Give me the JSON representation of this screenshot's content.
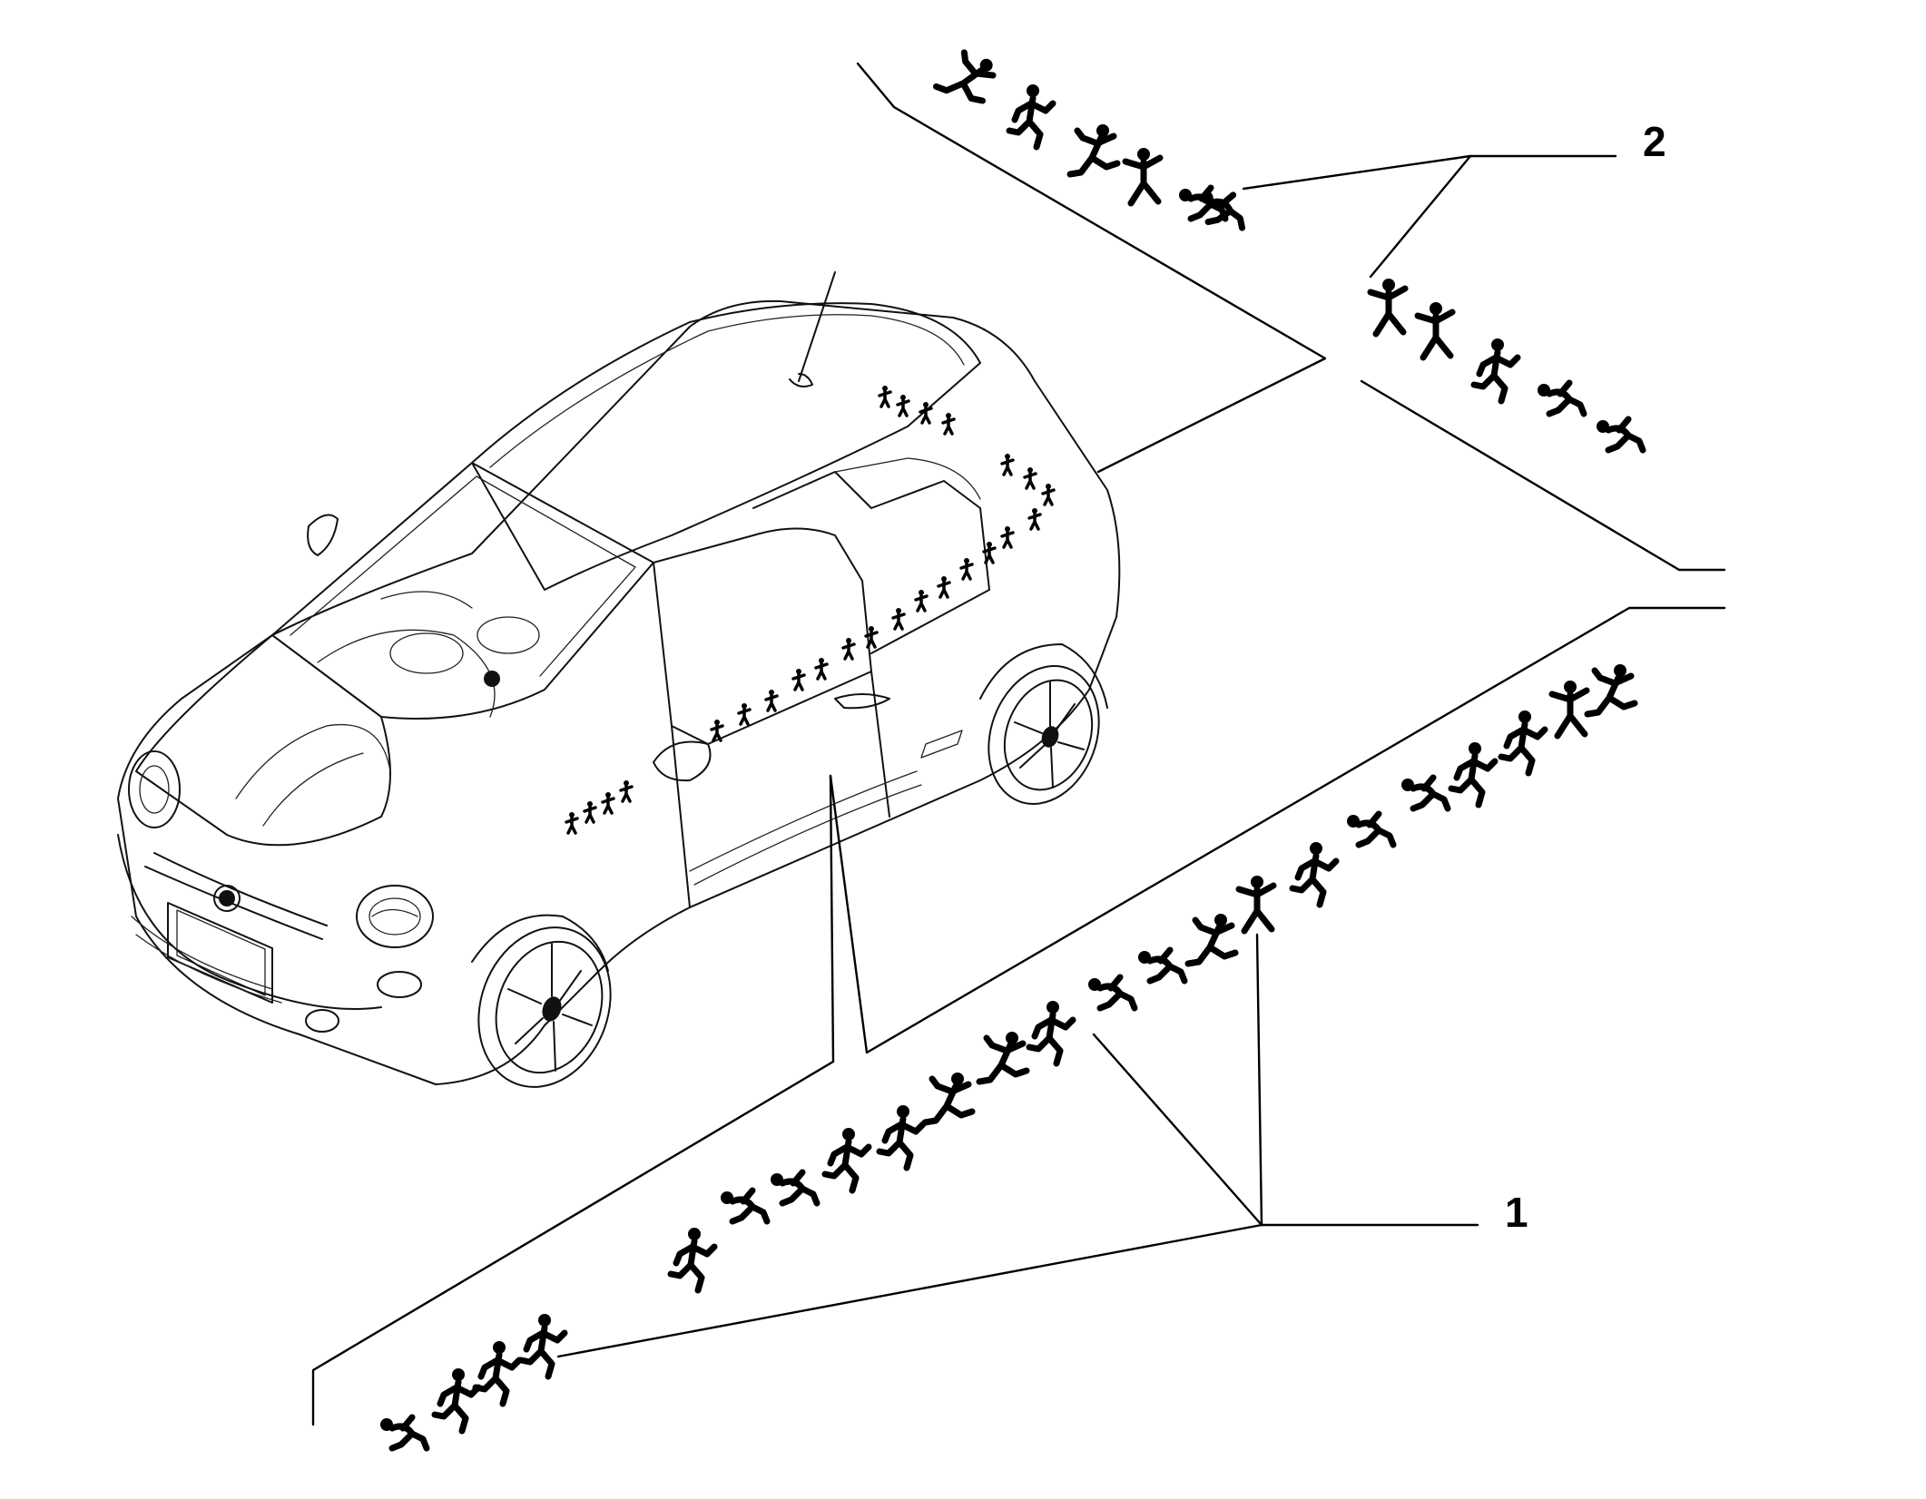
{
  "diagram": {
    "callouts": [
      {
        "id": "1",
        "label": "1"
      },
      {
        "id": "2",
        "label": "2"
      }
    ],
    "parts": [
      {
        "callout": "1",
        "part": "side-decal-strip"
      },
      {
        "callout": "2",
        "part": "roof-decal-strip"
      }
    ],
    "subject": "car-icon"
  }
}
